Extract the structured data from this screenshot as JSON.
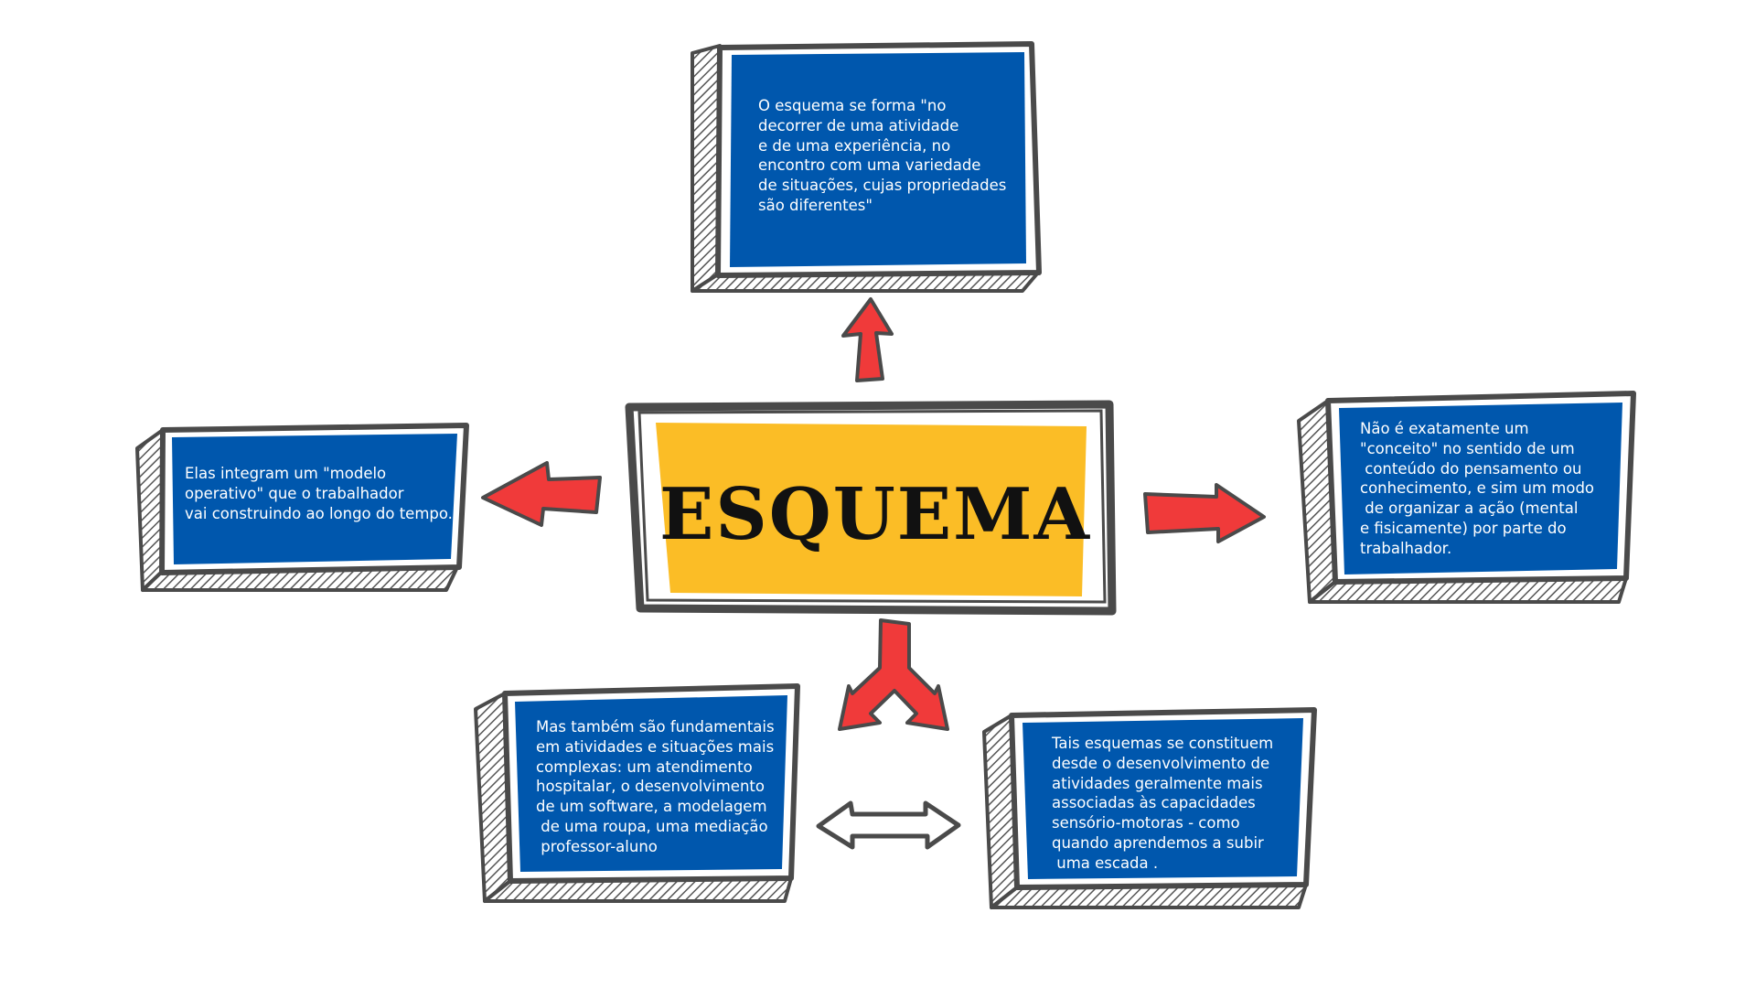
{
  "diagram": {
    "center": {
      "title": "ESQUEMA"
    },
    "nodes": {
      "top": {
        "text": "O esquema se forma \"no\ndecorrer de uma atividade\ne de uma experiência, no\nencontro com uma variedade\nde situações, cujas propriedades\nsão diferentes\""
      },
      "left": {
        "text": "Elas integram um \"modelo\noperativo\" que o trabalhador\nvai construindo ao longo do tempo."
      },
      "right": {
        "text": "Não é exatamente um\n\"conceito\" no sentido de um\n conteúdo do pensamento ou\nconhecimento, e sim um modo\n de organizar a ação (mental\ne fisicamente) por parte do\ntrabalhador."
      },
      "bottom_left": {
        "text": "Mas também são fundamentais\nem atividades e situações mais\ncomplexas: um atendimento\nhospitalar, o desenvolvimento\nde um software, a modelagem\n de uma roupa, uma mediação\n professor-aluno"
      },
      "bottom_right": {
        "text": "Tais esquemas se constituem\ndesde o desenvolvimento de\natividades geralmente mais\nassociadas às capacidades\nsensório-motoras - como\nquando aprendemos a subir\n uma escada ."
      }
    },
    "colors": {
      "box_blue": "#0057ad",
      "center_yellow": "#fbbd26",
      "arrow_red": "#f03a3a",
      "outline": "#4a4a4a",
      "text_white": "#ffffff"
    }
  }
}
